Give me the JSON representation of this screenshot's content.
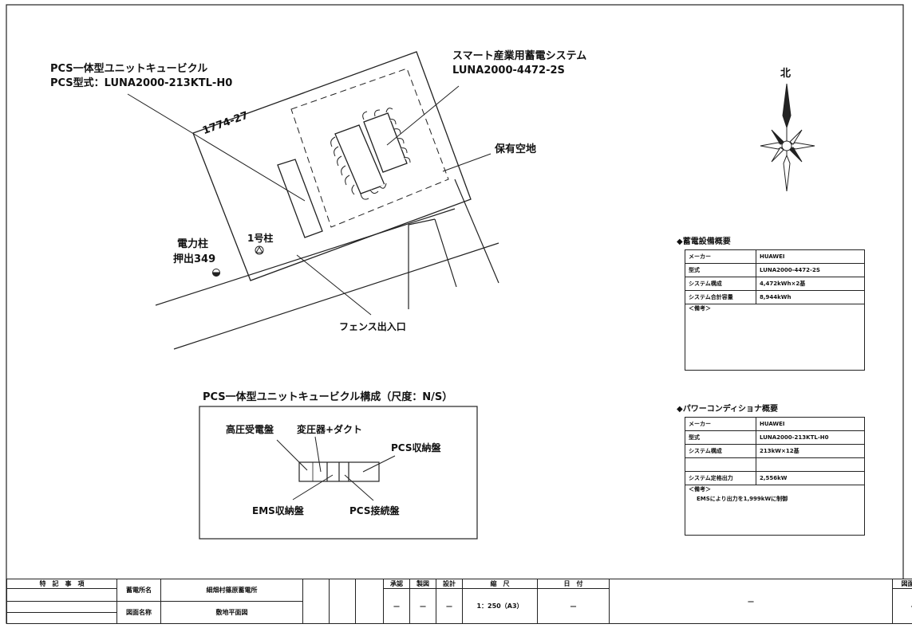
{
  "labels": {
    "pcs_unit_title": "PCS一体型ユニットキュービクル",
    "pcs_model": "PCS型式：LUNA2000-213KTL-H0",
    "battery_title": "スマート産業用蓄電システム",
    "battery_model": "LUNA2000-4472-2S",
    "lot_number": "1774-27",
    "reserved_space": "保有空地",
    "utility_pole": "電力柱",
    "utility_pole_id": "押出349",
    "pole_no1": "1号柱",
    "fence_entrance": "フェンス出入口",
    "north": "北"
  },
  "cubicle_detail": {
    "title": "PCS一体型ユニットキュービクル構成（尺度：N/S）",
    "hv_panel": "高圧受電盤",
    "transformer": "変圧器+ダクト",
    "pcs_storage": "PCS収納盤",
    "ems_storage": "EMS収納盤",
    "pcs_connection": "PCS接続盤"
  },
  "storage_summary": {
    "title": "◆蓄電設備概要",
    "rows": [
      {
        "key": "メーカー",
        "value": "HUAWEI"
      },
      {
        "key": "型式",
        "value": "LUNA2000-4472-2S"
      },
      {
        "key": "システム構成",
        "value": "4,472kWh×2基"
      },
      {
        "key": "システム合計容量",
        "value": "8,944kWh"
      }
    ],
    "note_label": "＜備考＞"
  },
  "pcs_summary": {
    "title": "◆パワーコンディショナ概要",
    "rows": [
      {
        "key": "メーカー",
        "value": "HUAWEI"
      },
      {
        "key": "型式",
        "value": "LUNA2000-213KTL-H0"
      },
      {
        "key": "システム構成",
        "value": "213kW×12基"
      },
      {
        "key": "",
        "value": ""
      },
      {
        "key": "システム定格出力",
        "value": "2,556kW"
      }
    ],
    "note_label": "＜備考＞",
    "note_text": "EMSにより出力を1,999kWに制御"
  },
  "title_block": {
    "special_notes": "特　記　事　項",
    "station_label": "蓄電所名",
    "station_name": "細畑村篠原蓄電所",
    "drawing_label": "図面名称",
    "drawing_name": "敷地平面図",
    "approval": "承認",
    "drafting": "製図",
    "design": "設計",
    "approval_value": "—",
    "drafting_value": "—",
    "design_value": "—",
    "scale_label": "縮　尺",
    "scale_value": "1：250（A3）",
    "date_label": "日　付",
    "date_value": "—",
    "center_value": "—",
    "drawing_no_label": "図面番号",
    "drawing_no_value": "—"
  }
}
